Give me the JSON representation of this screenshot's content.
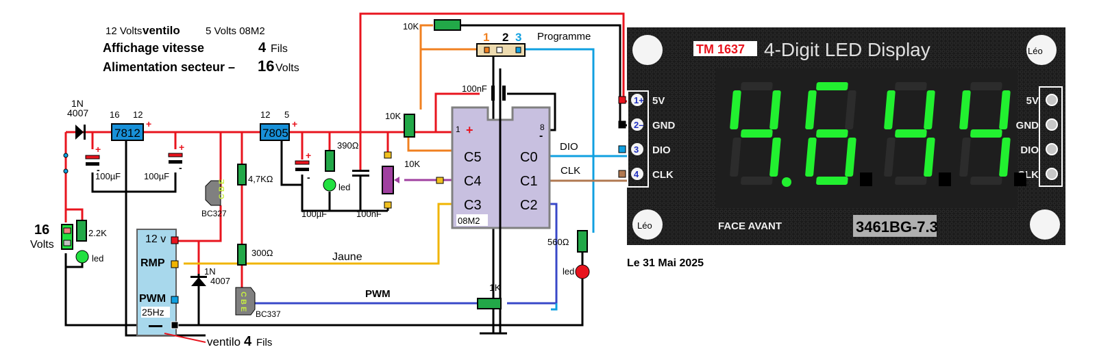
{
  "header": {
    "line1_a": "12 Volts",
    "line1_b": "ventilo",
    "line1_c": "5 Volts 08M2",
    "line2_a": "Affichage vitesse",
    "line2_b": "4",
    "line2_c": "Fils",
    "line3_a": "Alimentation  secteur –",
    "line3_b": "16",
    "line3_c": "Volts"
  },
  "power": {
    "diode_label_1": "1N",
    "diode_label_2": "4007",
    "reg1_in": "16",
    "reg1_out": "12",
    "reg1_name": "7812",
    "cap1": "100µF",
    "cap2": "100µF",
    "input_voltage": "16",
    "input_unit": "Volts",
    "res_2k2": "2.2K",
    "led1": "led",
    "reg2_in": "12",
    "reg2_out": "5",
    "reg2_name": "7805",
    "cap3": "100µF",
    "cap4": "100nF",
    "res_390": "390Ω",
    "led2": "led",
    "plus": "+",
    "minus": "-"
  },
  "transistors": {
    "pnp_name": "BC327",
    "pnp_type": "PNP",
    "npn_name": "BC337",
    "npn_type": "NPN",
    "pins": "C B E",
    "res_4k7": "4,7KΩ",
    "res_300": "300Ω",
    "diode2_1": "1N",
    "diode2_2": "4007"
  },
  "fan": {
    "pin_12v": "12 v",
    "pin_rmp": "RMP",
    "pin_pwm": "PWM",
    "freq": "25Hz",
    "caption_a": "ventilo",
    "caption_b": "4",
    "caption_c": "Fils"
  },
  "wires": {
    "jaune": "Jaune",
    "pwm": "PWM",
    "dio": "DIO",
    "clk": "CLK"
  },
  "mcu": {
    "name": "08M2",
    "pin1": "1",
    "pin8": "8",
    "c5": "C5",
    "c4": "C4",
    "c3": "C3",
    "c0": "C0",
    "c1": "C1",
    "c2": "C2",
    "decoupling": "100nF",
    "res_10k_top": "10K",
    "res_10k_pull": "10K",
    "pot_10k": "10K",
    "res_1k": "1K",
    "res_560": "560Ω",
    "led3": "led"
  },
  "program_header": {
    "pin1": "1",
    "pin2": "2",
    "pin3": "3",
    "label": "Programme"
  },
  "display": {
    "chip_badge": "TM 1637",
    "title": "4-Digit LED Display",
    "digits": [
      "4",
      "6",
      "4",
      "4"
    ],
    "decimal_after_first": true,
    "reading": "4.644",
    "left_pins": [
      {
        "num": "1",
        "sign": "+",
        "label": "5V"
      },
      {
        "num": "2",
        "sign": "–",
        "label": "GND"
      },
      {
        "num": "3",
        "sign": "",
        "label": "DIO"
      },
      {
        "num": "4",
        "sign": "",
        "label": "CLK"
      }
    ],
    "right_pins": [
      "5V",
      "GND",
      "DIO",
      "CLK"
    ],
    "mount_label": "Léo",
    "face_label": "FACE AVANT",
    "part_number": "3461BG-7.3",
    "segment_color": "#22f030"
  },
  "date": "Le 31  Mai 2025",
  "colors": {
    "red_wire": "#e8141e",
    "black_wire": "#000000",
    "orange_wire": "#f08020",
    "blue_wire": "#10a0e0",
    "brown_wire": "#b07850",
    "yellow_wire": "#f0b400",
    "purple_wire": "#a040a0",
    "navy_wire": "#3848c8",
    "resistor": "#22a848",
    "regulator": "#1890d8",
    "ic_body": "#c8c0e0"
  }
}
